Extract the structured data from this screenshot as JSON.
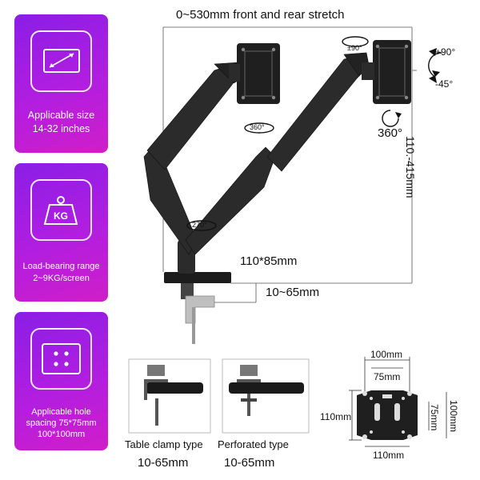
{
  "cards": [
    {
      "name": "size-card",
      "label_line1": "Applicable size",
      "label_line2": "14-32 inches"
    },
    {
      "name": "load-card",
      "icon_text": "KG",
      "label_line1": "Load-bearing range",
      "label_line2": "2~9KG/screen"
    },
    {
      "name": "hole-card",
      "label_line1": "Applicable hole",
      "label_line2": "spacing 75*75mm",
      "label_line3": "100*100mm"
    }
  ],
  "dimensions": {
    "stretch": "0~530mm front and rear stretch",
    "height_range": "110.-415mm",
    "clamp_range_main": "10~65mm",
    "base_size": "110*85mm",
    "tilt_up": "+90°",
    "tilt_down": "-45°",
    "swivel_small": "±90°",
    "swivel_arm": "360°",
    "rotate_vesa": "360°",
    "rotate_base": "270°"
  },
  "mount_types": [
    {
      "label": "Table clamp type",
      "range": "10-65mm"
    },
    {
      "label": "Perforated type",
      "range": "10-65mm"
    }
  ],
  "vesa": {
    "top_outer": "100mm",
    "top_inner": "75mm",
    "left": "110mm",
    "right_inner": "75mm",
    "right_outer": "100mm",
    "bottom": "110mm"
  },
  "colors": {
    "card_gradient_start": "#8a1ee6",
    "card_gradient_end": "#d01ec8",
    "arm_color": "#2b2b2b"
  }
}
